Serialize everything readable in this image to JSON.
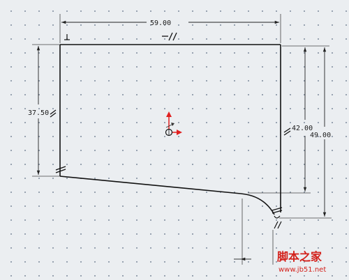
{
  "dimensions": {
    "top_width": "59.00",
    "left_height": "37.50",
    "right_inner_height": "42.00",
    "right_outer_height": "49.00"
  },
  "watermark": {
    "text": "脚本之家",
    "url": "www.jb51.net"
  },
  "colors": {
    "sketch_line": "#111111",
    "dimension_line": "#222222",
    "axis_red": "#e02020",
    "watermark_red": "#d3201a",
    "background": "#ebeef1"
  }
}
